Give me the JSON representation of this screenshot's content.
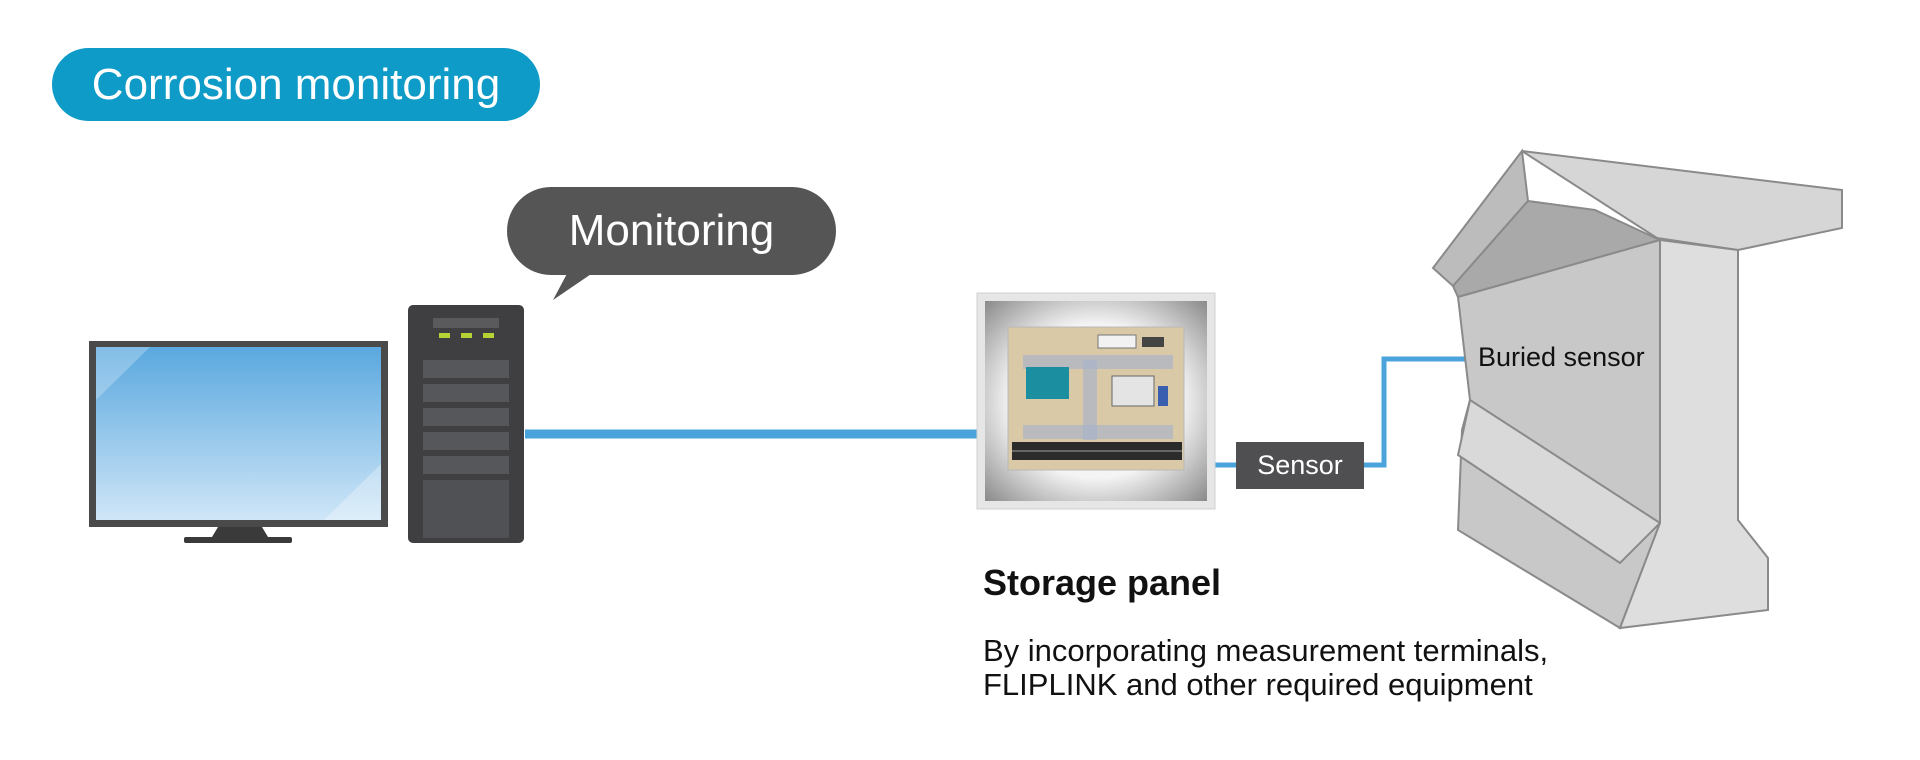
{
  "header": {
    "title": "Corrosion monitoring"
  },
  "bubble": {
    "text": "Monitoring"
  },
  "sensor": {
    "label": "Sensor",
    "buried_label": "Buried sensor"
  },
  "storage_panel": {
    "title": "Storage panel",
    "description": "By incorporating measurement terminals,\nFLIPLINK and other required equipment"
  },
  "colors": {
    "accent": "#0e9bc7",
    "cable": "#4aa3da",
    "dark_label": "#4f4f51",
    "concrete": "#c8c8c8"
  },
  "icons": [
    "monitor-icon",
    "server-tower-icon",
    "storage-panel-icon",
    "concrete-girder-icon"
  ]
}
